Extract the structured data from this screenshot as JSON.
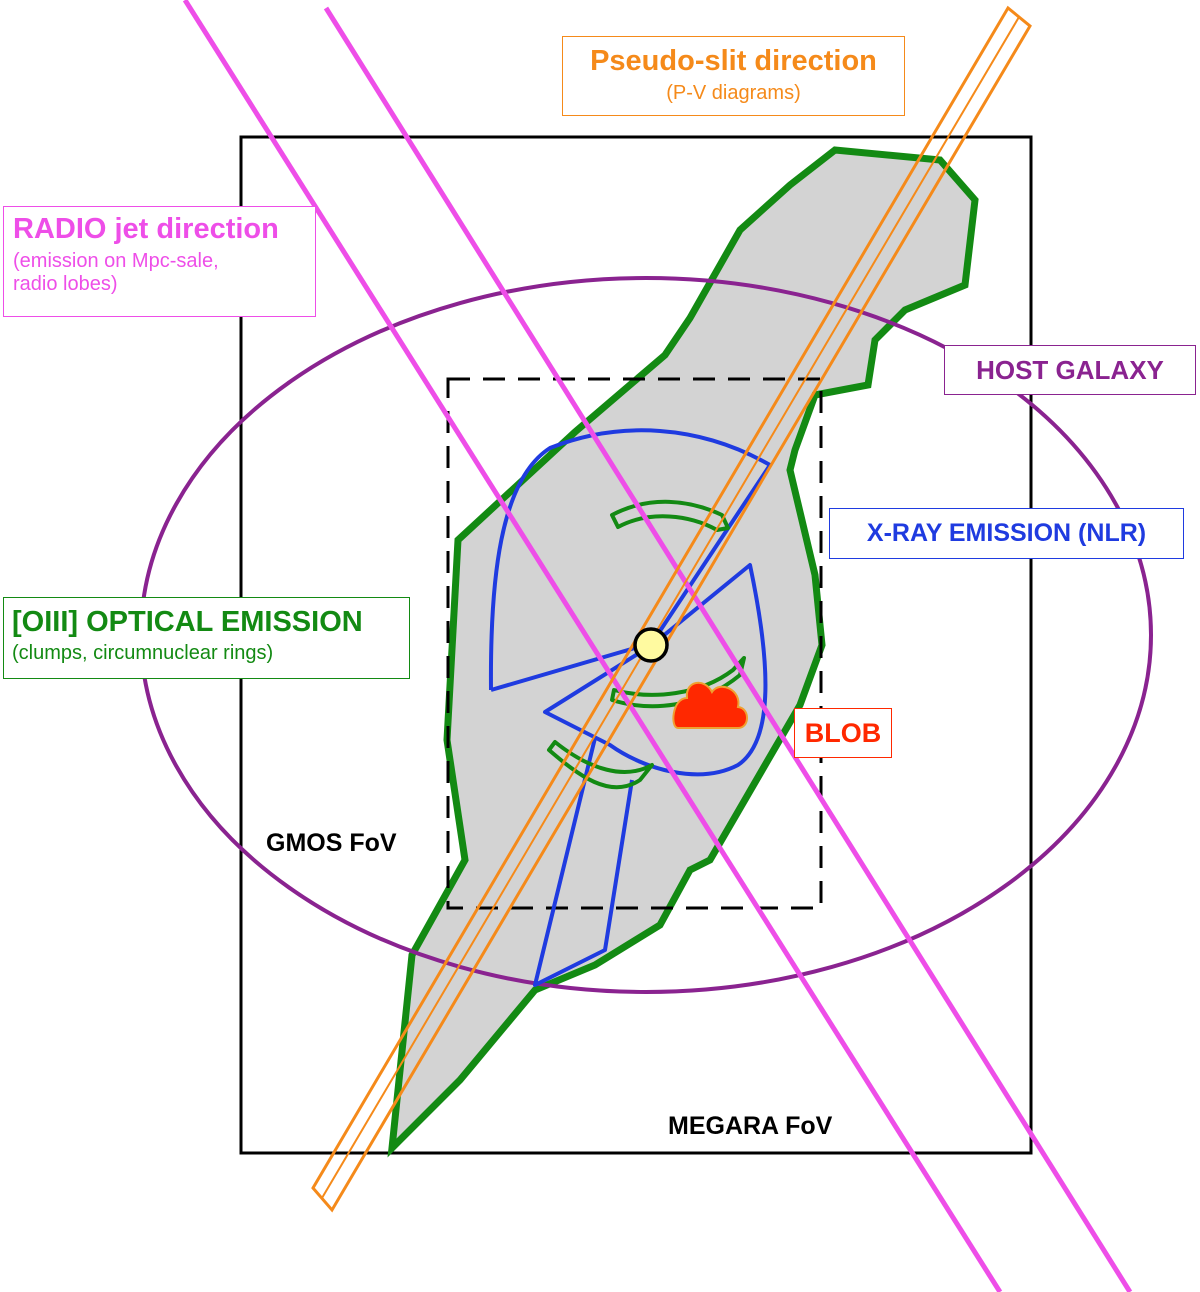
{
  "colors": {
    "optical_outline": "#138a13",
    "optical_fill": "#d3d3d3",
    "xray": "#1f3be0",
    "radio": "#ee4ee8",
    "slit": "#f58a1a",
    "host": "#8a2390",
    "blob": "#ff2800",
    "nucleus": "#fffaa0",
    "frame": "#000000"
  },
  "labels": {
    "slit": {
      "title": "Pseudo-slit direction",
      "sub": "(P-V diagrams)"
    },
    "radio": {
      "title": "RADIO jet direction",
      "sub1": "(emission on Mpc-sale,",
      "sub2": "radio lobes)"
    },
    "host": {
      "title": "HOST GALAXY"
    },
    "xray": {
      "title": "X-RAY EMISSION (NLR)"
    },
    "optical": {
      "title": "[OIII] OPTICAL EMISSION",
      "sub": "(clumps, circumnuclear rings)"
    },
    "blob": {
      "title": "BLOB"
    },
    "gmos": "GMOS FoV",
    "megara": "MEGARA FoV"
  },
  "icons": {
    "blob": "cloud-icon",
    "nucleus": "circle-icon"
  }
}
